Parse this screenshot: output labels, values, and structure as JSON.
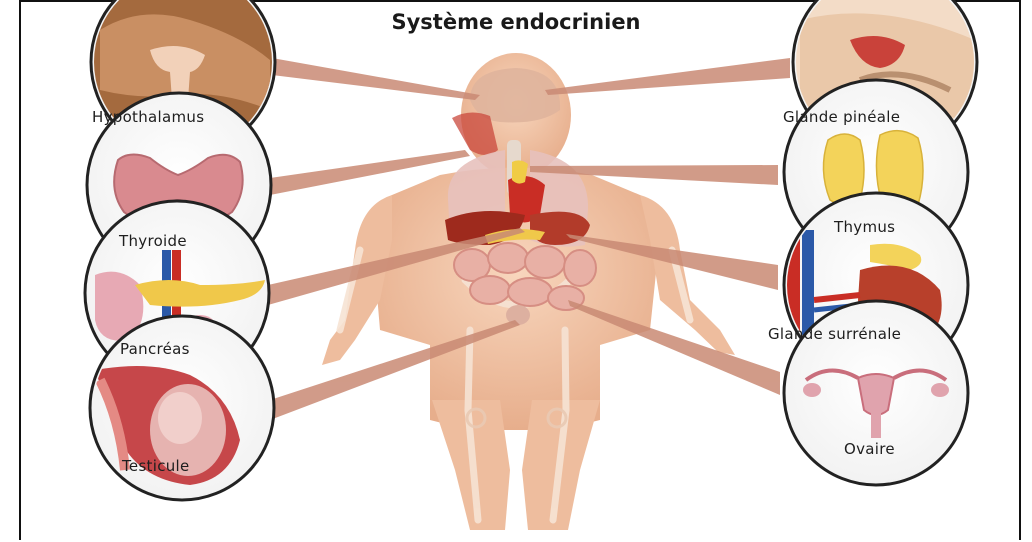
{
  "title": "Système endocrinien",
  "glands": {
    "hypothalamus": "Hypothalamus",
    "pineal": "Glande pinéale",
    "thyroid": "Thyroide",
    "thymus": "Thymus",
    "pancreas": "Pancréas",
    "adrenal": "Glande surrénale",
    "testicle": "Testicule",
    "ovary": "Ovaire"
  },
  "colors": {
    "skin": "#f2c3a2",
    "skin_shadow": "#e0a07e",
    "leader": "#c98a74",
    "organ_red": "#b22a22",
    "thyroid": "#d98a8f",
    "thymus": "#f3d35a",
    "pancreas": "#f0c84a",
    "frame": "#111111"
  }
}
